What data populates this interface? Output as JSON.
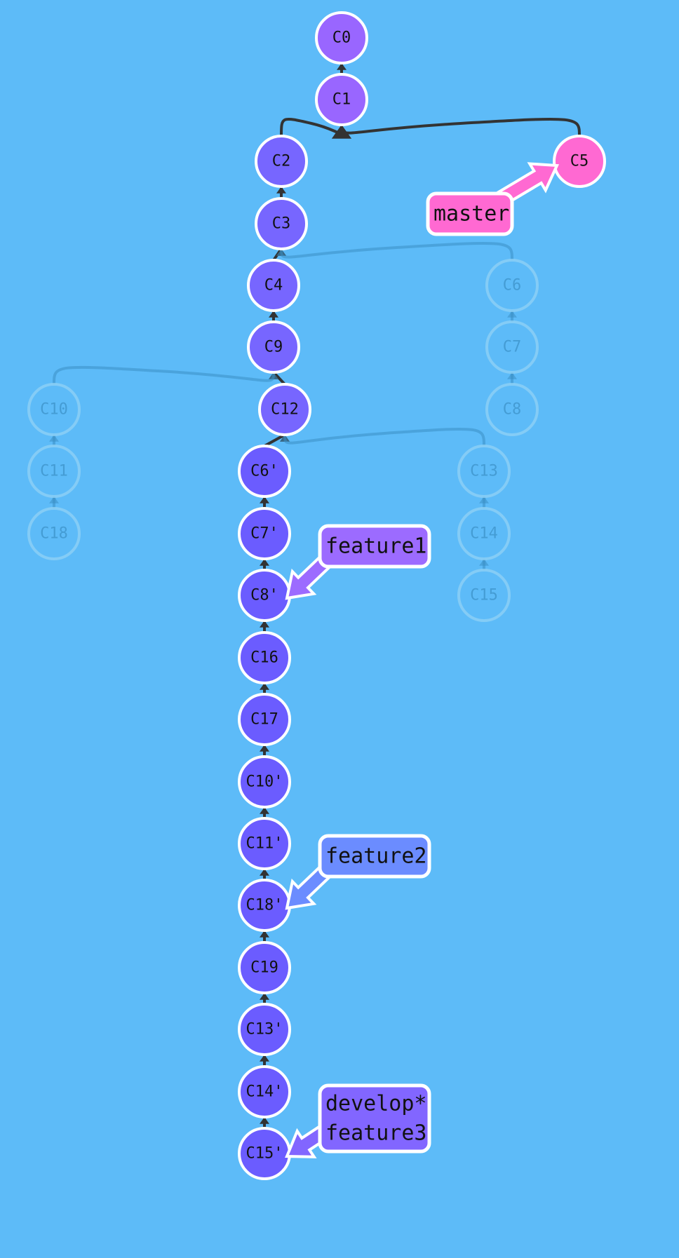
{
  "colors": {
    "background": "#5dbbf8",
    "commit_purple": "#9966ff",
    "commit_indigo": "#6b5cff",
    "master": "#ff69d2",
    "feature1": "#9c6bff",
    "feature2": "#6b8cff",
    "develop": "#8266ff"
  },
  "commits": [
    {
      "id": "C0",
      "state": "active",
      "color": "#9966ff"
    },
    {
      "id": "C1",
      "state": "active",
      "color": "#9966ff"
    },
    {
      "id": "C2",
      "state": "active",
      "color": "#7766ff"
    },
    {
      "id": "C3",
      "state": "active",
      "color": "#7766ff"
    },
    {
      "id": "C4",
      "state": "active",
      "color": "#7766ff"
    },
    {
      "id": "C9",
      "state": "active",
      "color": "#7766ff"
    },
    {
      "id": "C12",
      "state": "active",
      "color": "#7766ff"
    },
    {
      "id": "C5",
      "state": "active",
      "color": "#ff69d2"
    },
    {
      "id": "C6",
      "state": "faded"
    },
    {
      "id": "C7",
      "state": "faded"
    },
    {
      "id": "C8",
      "state": "faded"
    },
    {
      "id": "C10",
      "state": "faded"
    },
    {
      "id": "C11",
      "state": "faded"
    },
    {
      "id": "C18",
      "state": "faded"
    },
    {
      "id": "C13",
      "state": "faded"
    },
    {
      "id": "C14",
      "state": "faded"
    },
    {
      "id": "C15",
      "state": "faded"
    },
    {
      "id": "C6'",
      "state": "active",
      "color": "#6b5cff"
    },
    {
      "id": "C7'",
      "state": "active",
      "color": "#6b5cff"
    },
    {
      "id": "C8'",
      "state": "active",
      "color": "#6b5cff"
    },
    {
      "id": "C16",
      "state": "active",
      "color": "#6b5cff"
    },
    {
      "id": "C17",
      "state": "active",
      "color": "#6b5cff"
    },
    {
      "id": "C10'",
      "state": "active",
      "color": "#6b5cff"
    },
    {
      "id": "C11'",
      "state": "active",
      "color": "#6b5cff"
    },
    {
      "id": "C18'",
      "state": "active",
      "color": "#6b5cff"
    },
    {
      "id": "C19",
      "state": "active",
      "color": "#6b5cff"
    },
    {
      "id": "C13'",
      "state": "active",
      "color": "#6b5cff"
    },
    {
      "id": "C14'",
      "state": "active",
      "color": "#6b5cff"
    },
    {
      "id": "C15'",
      "state": "active",
      "color": "#6b5cff"
    }
  ],
  "edges": [
    {
      "from": "C1",
      "to": "C0"
    },
    {
      "from": "C2",
      "to": "C1"
    },
    {
      "from": "C5",
      "to": "C1"
    },
    {
      "from": "C3",
      "to": "C2"
    },
    {
      "from": "C4",
      "to": "C3"
    },
    {
      "from": "C6",
      "to": "C3",
      "faded": true
    },
    {
      "from": "C7",
      "to": "C6",
      "faded": true
    },
    {
      "from": "C8",
      "to": "C7",
      "faded": true
    },
    {
      "from": "C9",
      "to": "C4"
    },
    {
      "from": "C12",
      "to": "C9"
    },
    {
      "from": "C10",
      "to": "C9",
      "faded": true
    },
    {
      "from": "C11",
      "to": "C10",
      "faded": true
    },
    {
      "from": "C18",
      "to": "C11",
      "faded": true
    },
    {
      "from": "C6'",
      "to": "C12"
    },
    {
      "from": "C13",
      "to": "C12",
      "faded": true
    },
    {
      "from": "C14",
      "to": "C13",
      "faded": true
    },
    {
      "from": "C15",
      "to": "C14",
      "faded": true
    },
    {
      "from": "C7'",
      "to": "C6'"
    },
    {
      "from": "C8'",
      "to": "C7'"
    },
    {
      "from": "C16",
      "to": "C8'"
    },
    {
      "from": "C17",
      "to": "C16"
    },
    {
      "from": "C10'",
      "to": "C17"
    },
    {
      "from": "C11'",
      "to": "C10'"
    },
    {
      "from": "C18'",
      "to": "C11'"
    },
    {
      "from": "C19",
      "to": "C18'"
    },
    {
      "from": "C13'",
      "to": "C19"
    },
    {
      "from": "C14'",
      "to": "C13'"
    },
    {
      "from": "C15'",
      "to": "C14'"
    }
  ],
  "branches": [
    {
      "id": "master",
      "lines": [
        "master"
      ],
      "target": "C5",
      "color": "#ff69d2"
    },
    {
      "id": "feature1",
      "lines": [
        "feature1"
      ],
      "target": "C8'",
      "color": "#9c6bff"
    },
    {
      "id": "feature2",
      "lines": [
        "feature2"
      ],
      "target": "C18'",
      "color": "#6b8cff"
    },
    {
      "id": "develop",
      "lines": [
        "develop*",
        "feature3"
      ],
      "target": "C15'",
      "color": "#8266ff"
    }
  ]
}
